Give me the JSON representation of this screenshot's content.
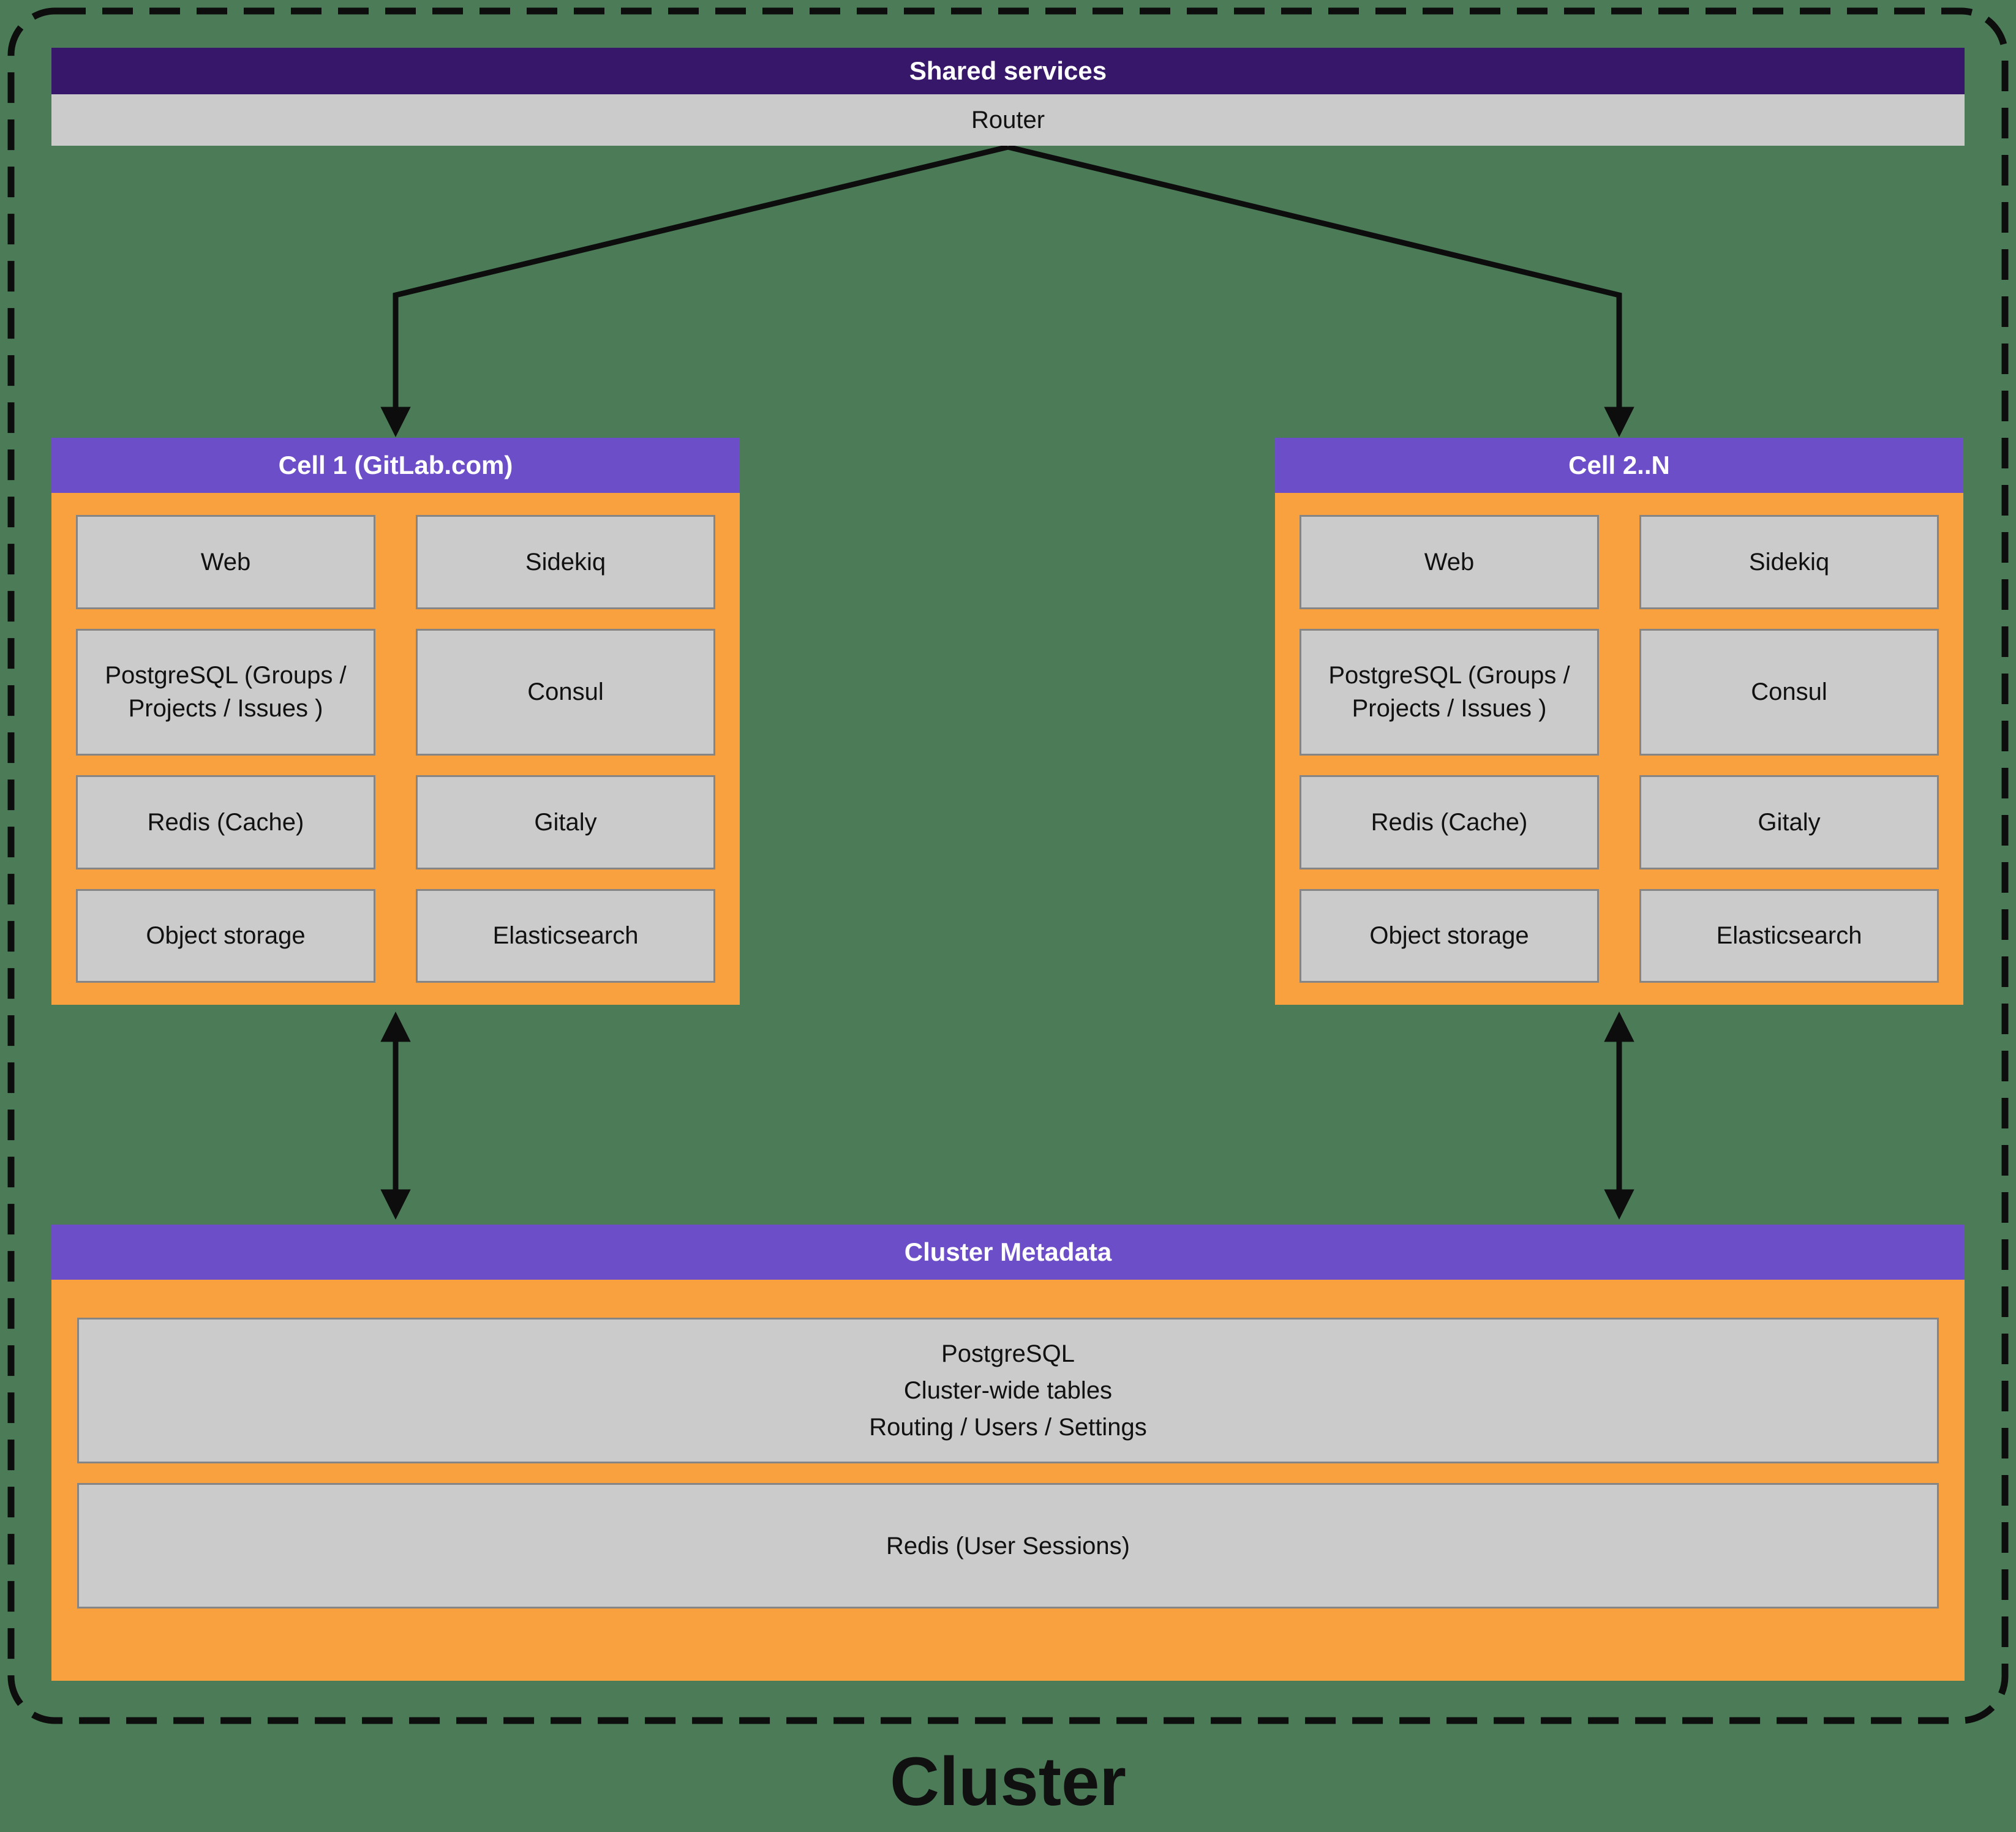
{
  "colors": {
    "background": "#4b7b57",
    "dark_purple_header": "#371769",
    "purple_header": "#6c4ec9",
    "orange_body": "#f9a03f",
    "gray_box": "#cbcbcb",
    "arrow": "#0d0d0d"
  },
  "shared_services": {
    "title": "Shared services",
    "router_label": "Router"
  },
  "cells": [
    {
      "title": "Cell 1 (GitLab.com)",
      "boxes": [
        "Web",
        "Sidekiq",
        "PostgreSQL (Groups / Projects / Issues )",
        "Consul",
        "Redis (Cache)",
        "Gitaly",
        "Object storage",
        "Elasticsearch"
      ]
    },
    {
      "title": "Cell 2..N",
      "boxes": [
        "Web",
        "Sidekiq",
        "PostgreSQL (Groups / Projects / Issues )",
        "Consul",
        "Redis (Cache)",
        "Gitaly",
        "Object storage",
        "Elasticsearch"
      ]
    }
  ],
  "cluster_metadata": {
    "title": "Cluster Metadata",
    "postgres_box": {
      "lines": [
        "PostgreSQL",
        "Cluster-wide tables",
        "Routing / Users / Settings"
      ]
    },
    "redis_box_label": "Redis (User Sessions)"
  },
  "cluster_label": "Cluster"
}
